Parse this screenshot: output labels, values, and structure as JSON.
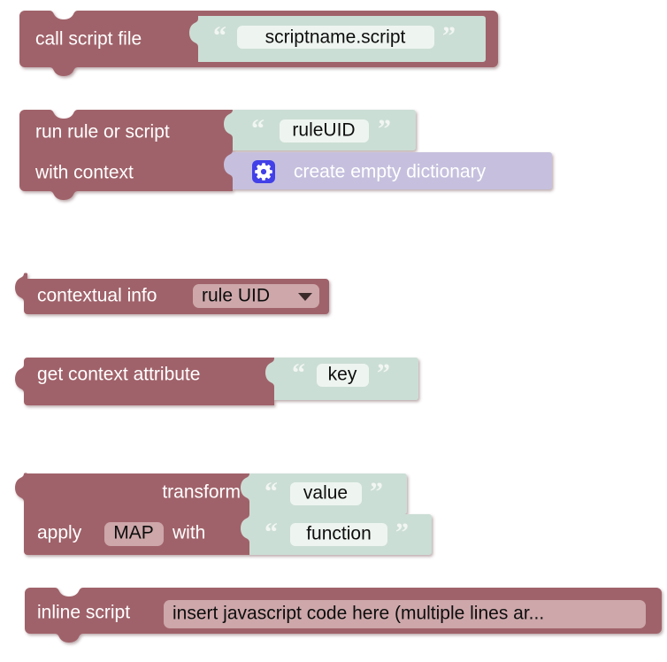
{
  "workspace": {
    "background_color": "#ffffff",
    "block_colors": {
      "statement_red": "#A0626A",
      "statement_red_dark": "#8E565D",
      "string_green": "#CBDED5",
      "dict_lavender": "#C6C0DE",
      "field_light_green": "#EEF5F0",
      "field_light_red": "#CDA7AA",
      "gear_blue": "#4340E8",
      "text_white": "#FFFFFF",
      "text_dark": "#111111"
    }
  },
  "blocks": [
    {
      "id": "call-script-file",
      "kind": "statement",
      "label": "call script file",
      "input": {
        "kind": "string-block",
        "open_quote": "“",
        "close_quote": "”",
        "value": "scriptname.script"
      }
    },
    {
      "id": "run-rule-or-script",
      "kind": "statement",
      "rows": [
        {
          "label": "run rule or script",
          "input": {
            "kind": "string-block",
            "open_quote": "“",
            "close_quote": "”",
            "value": "ruleUID"
          }
        },
        {
          "label": "with context",
          "input": {
            "kind": "dictionary-block",
            "icon": "gear-icon",
            "value": "create empty dictionary"
          }
        }
      ]
    },
    {
      "id": "contextual-info",
      "kind": "value",
      "label": "contextual info",
      "field": {
        "kind": "dropdown",
        "value": "rule UID",
        "arrow": "▼"
      }
    },
    {
      "id": "get-context-attribute",
      "kind": "value",
      "label": "get context attribute",
      "input": {
        "kind": "string-block",
        "open_quote": "“",
        "close_quote": "”",
        "value": "key"
      }
    },
    {
      "id": "transform",
      "kind": "value",
      "rows": [
        {
          "label": "transform",
          "input": {
            "kind": "string-block",
            "open_quote": "“",
            "close_quote": "”",
            "value": "value"
          }
        },
        {
          "label_before": "apply",
          "field": {
            "kind": "text",
            "value": "MAP"
          },
          "label_after": "with",
          "input": {
            "kind": "string-block",
            "open_quote": "“",
            "close_quote": "”",
            "value": "function"
          }
        }
      ]
    },
    {
      "id": "inline-script",
      "kind": "statement",
      "label": "inline script",
      "field": {
        "kind": "text",
        "value": "insert javascript code here (multiple lines ar..."
      }
    }
  ]
}
